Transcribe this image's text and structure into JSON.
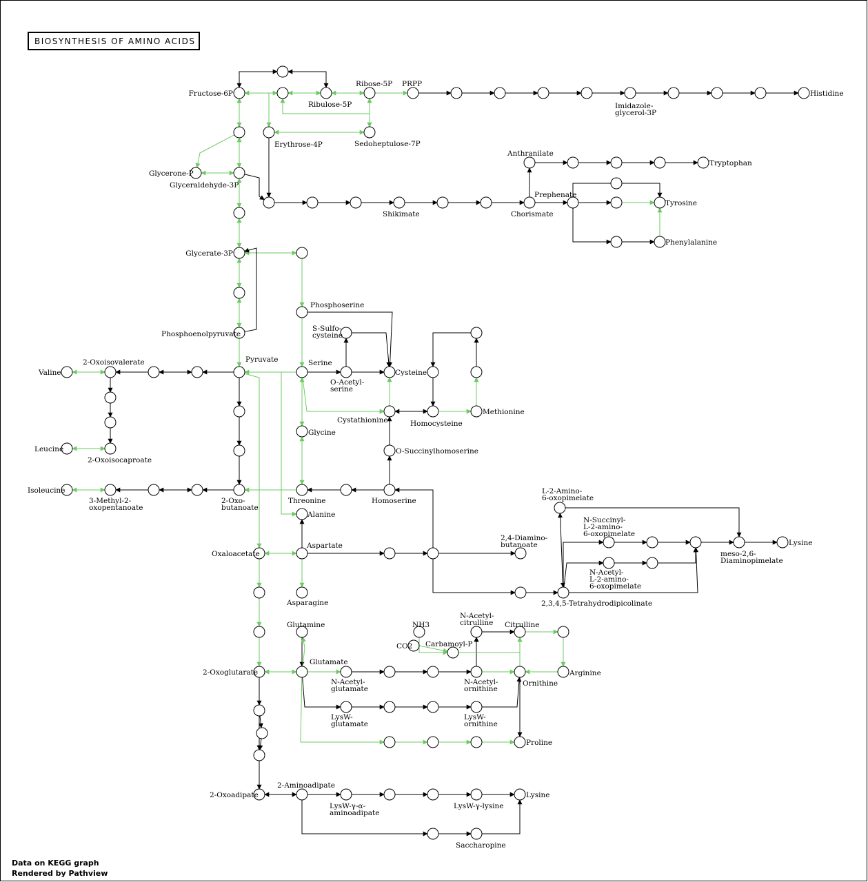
{
  "title": "BIOSYNTHESIS OF AMINO ACIDS",
  "footer": [
    "Data on KEGG graph",
    "Rendered by Pathview"
  ],
  "colors": {
    "edge_default": "#000000",
    "edge_highlight": "#6dca63",
    "node_fill": "#ffffff",
    "node_stroke": "#000000"
  },
  "compounds": [
    {
      "id": "fructose_6p",
      "label": "Fructose-6P"
    },
    {
      "id": "ribose_5p",
      "label": "Ribose-5P"
    },
    {
      "id": "prpp",
      "label": "PRPP"
    },
    {
      "id": "ribulose_5p",
      "label": "Ribulose-5P"
    },
    {
      "id": "erythrose_4p",
      "label": "Erythrose-4P"
    },
    {
      "id": "sedoheptulose_7p",
      "label": "Sedoheptulose-7P"
    },
    {
      "id": "imidazole_glycerol_3p",
      "label": "Imidazole-\nglycerol-3P"
    },
    {
      "id": "histidine",
      "label": "Histidine"
    },
    {
      "id": "anthranilate",
      "label": "Anthranilate"
    },
    {
      "id": "tryptophan",
      "label": "Tryptophan"
    },
    {
      "id": "prephenate",
      "label": "Prephenate"
    },
    {
      "id": "tyrosine",
      "label": "Tyrosine"
    },
    {
      "id": "phenylalanine",
      "label": "Phenylalanine"
    },
    {
      "id": "shikimate",
      "label": "Shikimate"
    },
    {
      "id": "chorismate",
      "label": "Chorismate"
    },
    {
      "id": "glycerone_p",
      "label": "Glycerone-P"
    },
    {
      "id": "glyceraldehyde_3p",
      "label": "Glyceraldehyde-3P"
    },
    {
      "id": "glycerate_3p",
      "label": "Glycerate-3P"
    },
    {
      "id": "phosphoenolpyruvate",
      "label": "Phosphoenolpyruvate"
    },
    {
      "id": "pyruvate",
      "label": "Pyruvate"
    },
    {
      "id": "phosphoserine",
      "label": "Phosphoserine"
    },
    {
      "id": "s_sulfo_cysteine",
      "label": "S-Sulfo-\ncysteine"
    },
    {
      "id": "serine",
      "label": "Serine"
    },
    {
      "id": "o_acetyl_serine",
      "label": "O-Acetyl-\nserine"
    },
    {
      "id": "cysteine",
      "label": "Cysteine"
    },
    {
      "id": "cystathionine",
      "label": "Cystathionine"
    },
    {
      "id": "homocysteine",
      "label": "Homocysteine"
    },
    {
      "id": "methionine",
      "label": "Methionine"
    },
    {
      "id": "valine",
      "label": "Valine"
    },
    {
      "id": "two_oxoisovalerate",
      "label": "2-Oxoisovalerate"
    },
    {
      "id": "leucine",
      "label": "Leucine"
    },
    {
      "id": "two_oxoisocaproate",
      "label": "2-Oxoisocaproate"
    },
    {
      "id": "isoleucine",
      "label": "Isoleucine"
    },
    {
      "id": "three_methyl_2_oxopentanoate",
      "label": "3-Methyl-2-\noxopentanoate"
    },
    {
      "id": "two_oxo_butanoate",
      "label": "2-Oxo-\nbutanoate"
    },
    {
      "id": "glycine",
      "label": "Glycine"
    },
    {
      "id": "threonine",
      "label": "Threonine"
    },
    {
      "id": "o_succinylhomoserine",
      "label": "O-Succinylhomoserine"
    },
    {
      "id": "homoserine",
      "label": "Homoserine"
    },
    {
      "id": "alanine",
      "label": "Alanine"
    },
    {
      "id": "aspartate",
      "label": "Aspartate"
    },
    {
      "id": "oxaloacetate",
      "label": "Oxaloacetate"
    },
    {
      "id": "asparagine",
      "label": "Asparagine"
    },
    {
      "id": "two_four_diaminobutanoate",
      "label": "2,4-Diamino-\nbutanoate"
    },
    {
      "id": "l_2_amino_6_oxopimelate",
      "label": "L-2-Amino-\n6-oxopimelate"
    },
    {
      "id": "n_succinyl_l_2_amino_6_oxopimelate",
      "label": "N-Succinyl-\nL-2-amino-\n6-oxopimelate"
    },
    {
      "id": "n_acetyl_l_2_amino_6_oxopimelate",
      "label": "N-Acetyl-\nL-2-amino-\n6-oxopimelate"
    },
    {
      "id": "meso_2_6_diaminopimelate",
      "label": "meso-2,6-\nDiaminopimelate"
    },
    {
      "id": "lysine_top",
      "label": "Lysine"
    },
    {
      "id": "tetrahydrodipicolinate",
      "label": "2,3,4,5-Tetrahydrodipicolinate"
    },
    {
      "id": "glutamine",
      "label": "Glutamine"
    },
    {
      "id": "nh3",
      "label": "NH3"
    },
    {
      "id": "co2",
      "label": "CO2"
    },
    {
      "id": "carbamoyl_p",
      "label": "Carbamoyl-P"
    },
    {
      "id": "n_acetyl_citrulline",
      "label": "N-Acetyl-\ncitrulline"
    },
    {
      "id": "citrulline",
      "label": "Citrulline"
    },
    {
      "id": "two_oxoglutarate",
      "label": "2-Oxoglutarate"
    },
    {
      "id": "glutamate",
      "label": "Glutamate"
    },
    {
      "id": "n_acetyl_glutamate",
      "label": "N-Acetyl-\nglutamate"
    },
    {
      "id": "n_acetyl_ornithine",
      "label": "N-Acetyl-\nornithine"
    },
    {
      "id": "ornithine",
      "label": "Ornithine"
    },
    {
      "id": "arginine",
      "label": "Arginine"
    },
    {
      "id": "lysw_glutamate",
      "label": "LysW-\nglutamate"
    },
    {
      "id": "lysw_ornithine",
      "label": "LysW-\nornithine"
    },
    {
      "id": "proline",
      "label": "Proline"
    },
    {
      "id": "two_oxoadipate",
      "label": "2-Oxoadipate"
    },
    {
      "id": "two_aminoadipate",
      "label": "2-Aminoadipate"
    },
    {
      "id": "lysw_gamma_alpha_aminoadipate",
      "label": "LysW-γ-α-\naminoadipate"
    },
    {
      "id": "lysw_gamma_lysine",
      "label": "LysW-γ-lysine"
    },
    {
      "id": "lysine_bottom",
      "label": "Lysine"
    },
    {
      "id": "saccharopine",
      "label": "Saccharopine"
    }
  ]
}
